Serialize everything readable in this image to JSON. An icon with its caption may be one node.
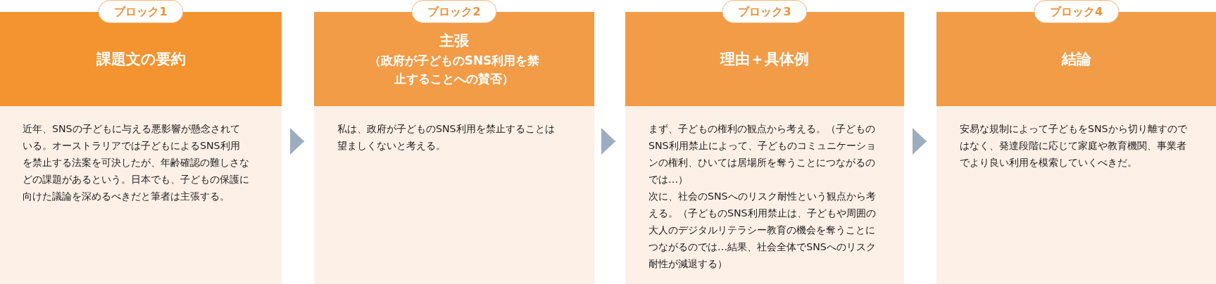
{
  "diagram": {
    "nodes": [
      {
        "text": [
          "ブロック1",
          "課題文の要約",
          "近年、SNSの子どもに与える悪影響が懸念されている。オーストラリアでは子どもによるSNS利用を禁止する法案を可決したが、年齢確認の難しさなどの課題があるという。日本でも、子どもの保護に向けた議論を深めるべきだと筆者は主張する。"
        ]
      },
      {
        "text": [
          "ブロック2",
          "主張",
          "（政府が子どものSNS利用を禁止することへの賛否）",
          "私は、政府が子どものSNS利用を禁止することは望ましくないと考える。"
        ]
      },
      {
        "text": [
          "ブロック3",
          "理由＋具体例",
          "まず、子どもの権利の観点から考える。（子どものSNS利用禁止によって、子どものコミュニケーションの権利、ひいては居場所を奪うことにつながるのでは…）",
          "次に、社会のSNSへのリスク耐性という観点から考える。（子どものSNS利用禁止は、子どもや周囲の大人のデジタルリテラシー教育の機会を奪うことにつながるのでは…結果、社会全体でSNSへのリスク耐性が減退する）"
        ]
      },
      {
        "text": [
          "ブロック4",
          "結論",
          "安易な規制によって子どもをSNSから切り離すのではなく、発達段階に応じて家庭や教育機関、事業者でより良い利用を模索していくべきだ。"
        ]
      }
    ],
    "edges": [
      {
        "from": 0,
        "to": 1,
        "arrow": "to"
      },
      {
        "from": 1,
        "to": 2,
        "arrow": "to"
      },
      {
        "from": 2,
        "to": 3,
        "arrow": "to"
      }
    ]
  }
}
